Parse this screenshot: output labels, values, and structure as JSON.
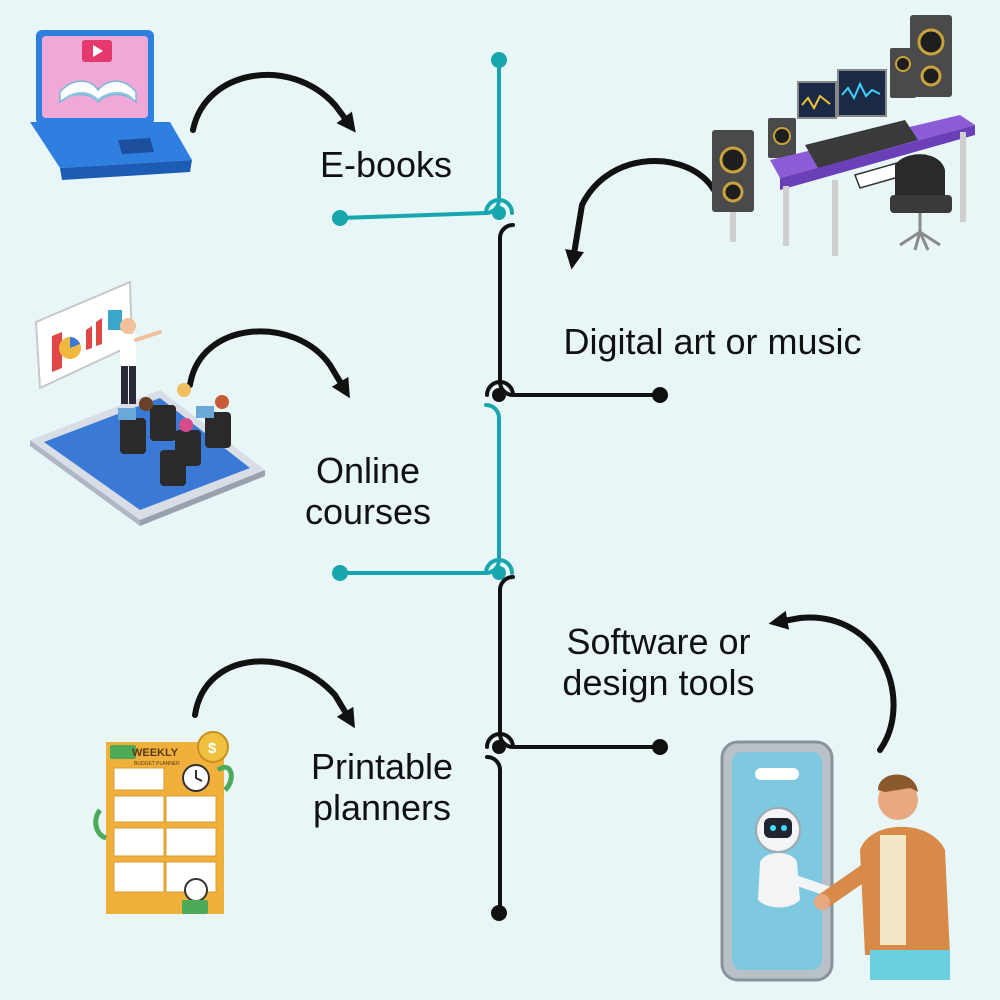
{
  "items": [
    {
      "id": "ebooks",
      "lines": [
        "E-books"
      ],
      "icon": "laptop-ebook-icon"
    },
    {
      "id": "digital",
      "lines": [
        "Digital art or music"
      ],
      "icon": "music-studio-icon"
    },
    {
      "id": "courses",
      "lines": [
        "Online",
        "courses"
      ],
      "icon": "online-classroom-icon"
    },
    {
      "id": "software",
      "lines": [
        "Software or",
        "design tools"
      ],
      "icon": "phone-robot-icon"
    },
    {
      "id": "planners",
      "lines": [
        "Printable",
        "planners"
      ],
      "icon": "weekly-planner-icon"
    }
  ],
  "planner": {
    "title": "WEEKLY",
    "subtitle": "BUDGET PLANNER"
  },
  "colors": {
    "background": "#e8f6f8",
    "teal": "#17a6ad",
    "black": "#111111",
    "purple": "#8b5cd6",
    "laptop_blue": "#2f7fe0"
  }
}
